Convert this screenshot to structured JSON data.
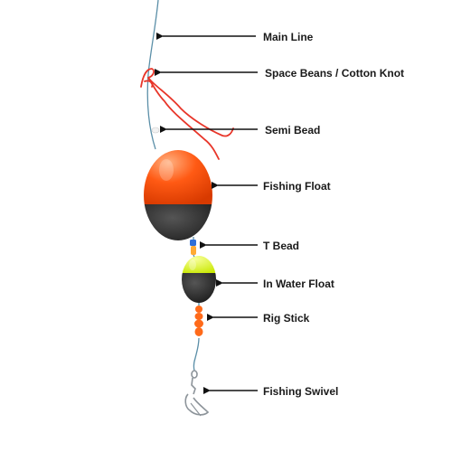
{
  "labels": {
    "main_line": "Main Line",
    "space_beans": "Space Beans / Cotton Knot",
    "semi_bead": "Semi Bead",
    "fishing_float": "Fishing Float",
    "t_bead": "T Bead",
    "in_water_float": "In Water Float",
    "rig_stick": "Rig Stick",
    "fishing_swivel": "Fishing Swivel"
  },
  "colors": {
    "background": "#ffffff",
    "float_orange": "#ff5a14",
    "float_black": "#1e1e1e",
    "in_water_yellow": "#e6ff2a",
    "cotton_knot_red": "#e8362a",
    "t_bead_blue": "#2e6fd8",
    "rig_stick_orange": "#ff6a1a",
    "main_line": "#5b8fa8",
    "arrow": "#111111"
  }
}
